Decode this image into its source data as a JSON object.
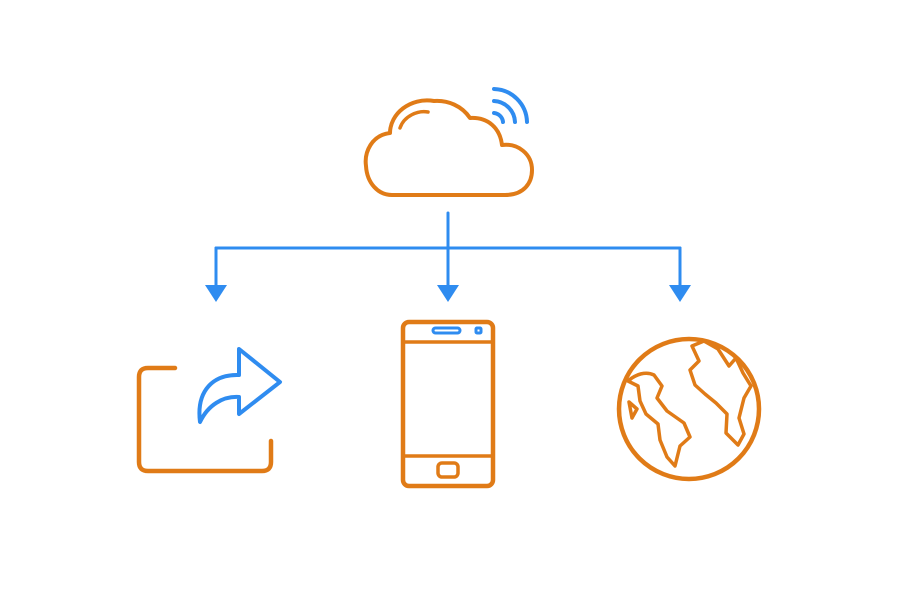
{
  "diagram": {
    "type": "cloud-distribution",
    "nodes": [
      {
        "id": "cloud",
        "icon": "cloud-wifi-icon",
        "role": "source"
      },
      {
        "id": "share",
        "icon": "share-icon",
        "role": "target"
      },
      {
        "id": "phone",
        "icon": "smartphone-icon",
        "role": "target"
      },
      {
        "id": "globe",
        "icon": "globe-icon",
        "role": "target"
      }
    ],
    "edges": [
      {
        "from": "cloud",
        "to": "share"
      },
      {
        "from": "cloud",
        "to": "phone"
      },
      {
        "from": "cloud",
        "to": "globe"
      }
    ]
  },
  "colors": {
    "outline": "#e07b17",
    "accent": "#2f8cf0",
    "background": "#ffffff"
  }
}
